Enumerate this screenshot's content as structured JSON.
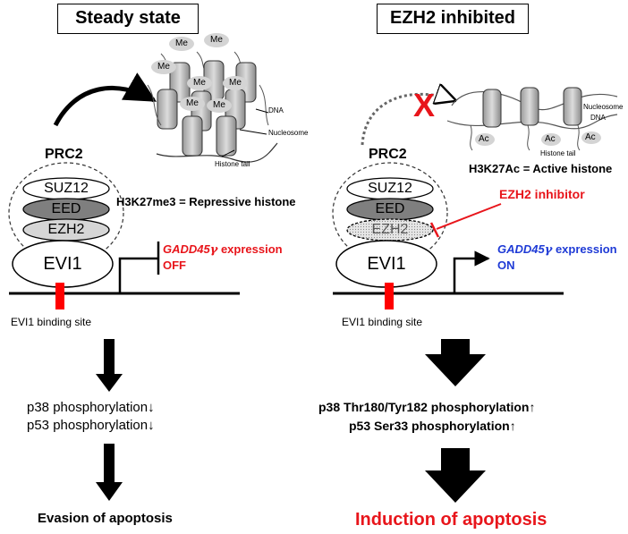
{
  "left": {
    "title": "Steady state",
    "complex": "PRC2",
    "subunits": {
      "top": "SUZ12",
      "mid": "EED",
      "bottom": "EZH2"
    },
    "factor": "EVI1",
    "histone_label": "H3K27me3 = Repressive histone",
    "mark": "Me",
    "dna_label": "DNA",
    "nucleosome_label": "Nucleosome",
    "tail_label": "Histone tail",
    "gene": "GADD45",
    "gene_greek": "γ",
    "gene_suffix": " expression",
    "gene_state": "OFF",
    "binding_site": "EVI1 binding site",
    "effect_1": "p38 phosphorylation↓",
    "effect_2": "p53 phosphorylation↓",
    "outcome": "Evasion of apoptosis"
  },
  "right": {
    "title": "EZH2 inhibited",
    "complex": "PRC2",
    "subunits": {
      "top": "SUZ12",
      "mid": "EED",
      "bottom": "EZH2"
    },
    "factor": "EVI1",
    "blocked_mark": "X",
    "histone_label": "H3K27Ac = Active histone",
    "mark": "Ac",
    "dna_label": "DNA",
    "nucleosome_label": "Nucleosome",
    "tail_label": "Histone tail",
    "inhibitor": "EZH2 inhibitor",
    "gene": "GADD45",
    "gene_greek": "γ",
    "gene_suffix": " expression",
    "gene_state": "ON",
    "binding_site": "EVI1 binding site",
    "effect_1": "p38 Thr180/Tyr182 phosphorylation↑",
    "effect_2": "p53 Ser33 phosphorylation↑",
    "outcome": "Induction of apoptosis"
  },
  "colors": {
    "red": "#e8151b",
    "blue": "#1f3bd6",
    "eed": "#808080",
    "ezh2": "#d6d6d6"
  }
}
